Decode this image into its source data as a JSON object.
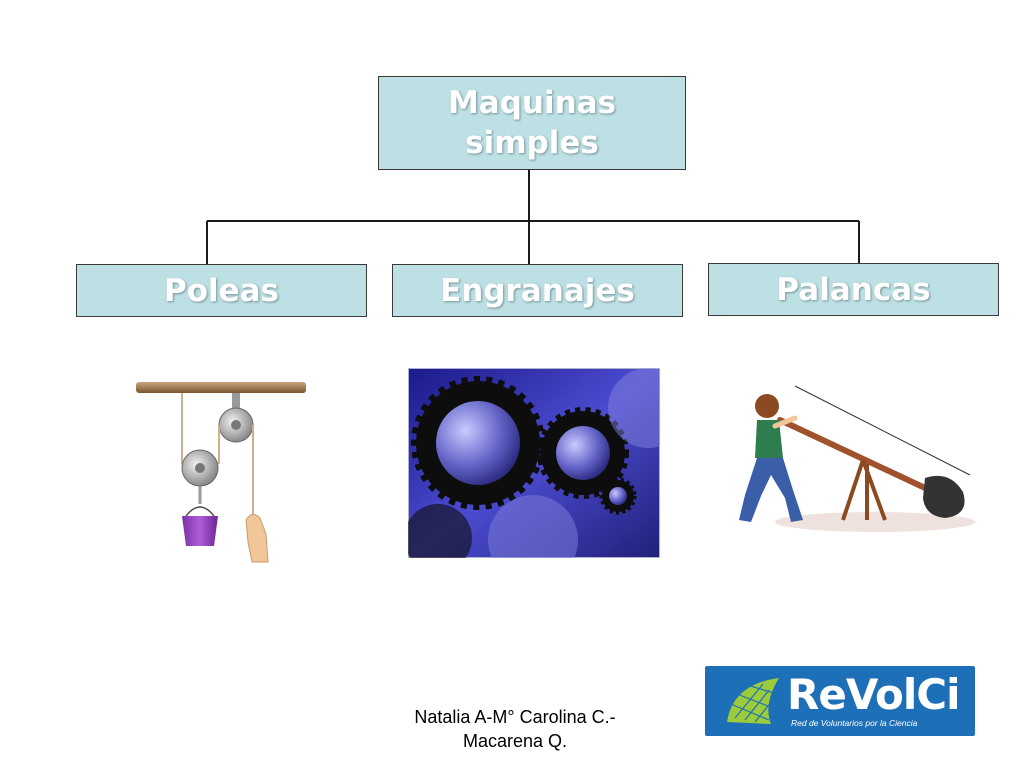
{
  "diagram": {
    "root": {
      "label": "Maquinas simples"
    },
    "children": [
      {
        "id": "poleas",
        "label": "Poleas"
      },
      {
        "id": "engranajes",
        "label": "Engranajes"
      },
      {
        "id": "palancas",
        "label": "Palancas"
      }
    ]
  },
  "illustrations": {
    "pulley_icon": "pulley-system-icon",
    "gears_icon": "gears-image",
    "lever_icon": "lever-person-icon"
  },
  "footer": {
    "author_line1": "Natalia A-M° Carolina C.-",
    "author_line2": "Macarena Q."
  },
  "logo": {
    "name": "ReVolCi",
    "subtitle": "Red de Voluntarios por la Ciencia"
  },
  "colors": {
    "box_fill": "#bde0e5",
    "box_text": "#ffffff",
    "connector": "#1a1a1a",
    "logo_bg": "#1d70b7",
    "logo_accent": "#9ccc3c"
  }
}
